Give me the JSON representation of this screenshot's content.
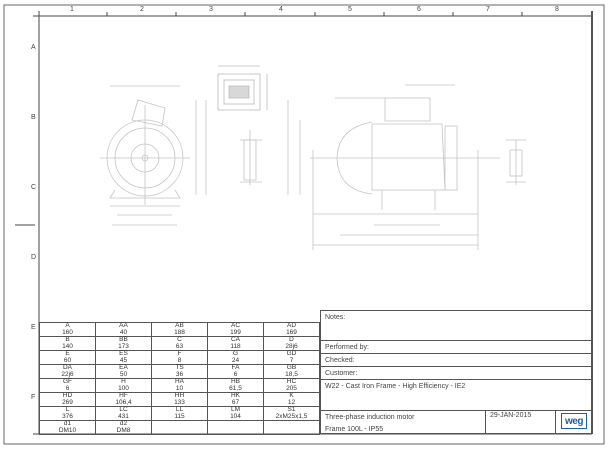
{
  "ruler": {
    "columns": [
      "1",
      "2",
      "3",
      "4",
      "5",
      "6",
      "7",
      "8"
    ],
    "rows": [
      "A",
      "B",
      "C",
      "D",
      "E",
      "F"
    ]
  },
  "dimensions": [
    [
      {
        "k": "A",
        "v": "160"
      },
      {
        "k": "AA",
        "v": "40"
      },
      {
        "k": "AB",
        "v": "188"
      },
      {
        "k": "AC",
        "v": "199"
      },
      {
        "k": "AD",
        "v": "169"
      }
    ],
    [
      {
        "k": "B",
        "v": "140"
      },
      {
        "k": "BB",
        "v": "173"
      },
      {
        "k": "C",
        "v": "63"
      },
      {
        "k": "CA",
        "v": "118"
      },
      {
        "k": "D",
        "v": "28j6"
      }
    ],
    [
      {
        "k": "E",
        "v": "60"
      },
      {
        "k": "ES",
        "v": "45"
      },
      {
        "k": "F",
        "v": "8"
      },
      {
        "k": "G",
        "v": "24"
      },
      {
        "k": "GD",
        "v": "7"
      }
    ],
    [
      {
        "k": "DA",
        "v": "22j6"
      },
      {
        "k": "EA",
        "v": "50"
      },
      {
        "k": "TS",
        "v": "36"
      },
      {
        "k": "FA",
        "v": "6"
      },
      {
        "k": "GB",
        "v": "18,5"
      }
    ],
    [
      {
        "k": "GF",
        "v": "6"
      },
      {
        "k": "H",
        "v": "100"
      },
      {
        "k": "HA",
        "v": "10"
      },
      {
        "k": "HB",
        "v": "61,5"
      },
      {
        "k": "HC",
        "v": "205"
      }
    ],
    [
      {
        "k": "HD",
        "v": "269"
      },
      {
        "k": "HF",
        "v": "106,4"
      },
      {
        "k": "HH",
        "v": "133"
      },
      {
        "k": "HK",
        "v": "67"
      },
      {
        "k": "K",
        "v": "12"
      }
    ],
    [
      {
        "k": "L",
        "v": "376"
      },
      {
        "k": "LC",
        "v": "431"
      },
      {
        "k": "LL",
        "v": "115"
      },
      {
        "k": "LM",
        "v": "104"
      },
      {
        "k": "S1",
        "v": "2xM25x1,5"
      }
    ],
    [
      {
        "k": "d1",
        "v": "DM10"
      },
      {
        "k": "d2",
        "v": "DM8"
      },
      {
        "k": "",
        "v": ""
      },
      {
        "k": "",
        "v": ""
      },
      {
        "k": "",
        "v": ""
      }
    ]
  ],
  "title_block": {
    "notes": "Notes:",
    "performed_by": "Performed by:",
    "checked": "Checked:",
    "customer": "Customer:",
    "product_line": "W22 - Cast Iron Frame - High Efficiency - IE2",
    "description": "Three-phase induction motor",
    "frame": "Frame  100L - IP55",
    "date": "29-JAN-2015",
    "logo": "WEG"
  },
  "colors": {
    "brand": "#1f5fa8",
    "frame": "#555555",
    "drawing": "#c8c8c8"
  }
}
